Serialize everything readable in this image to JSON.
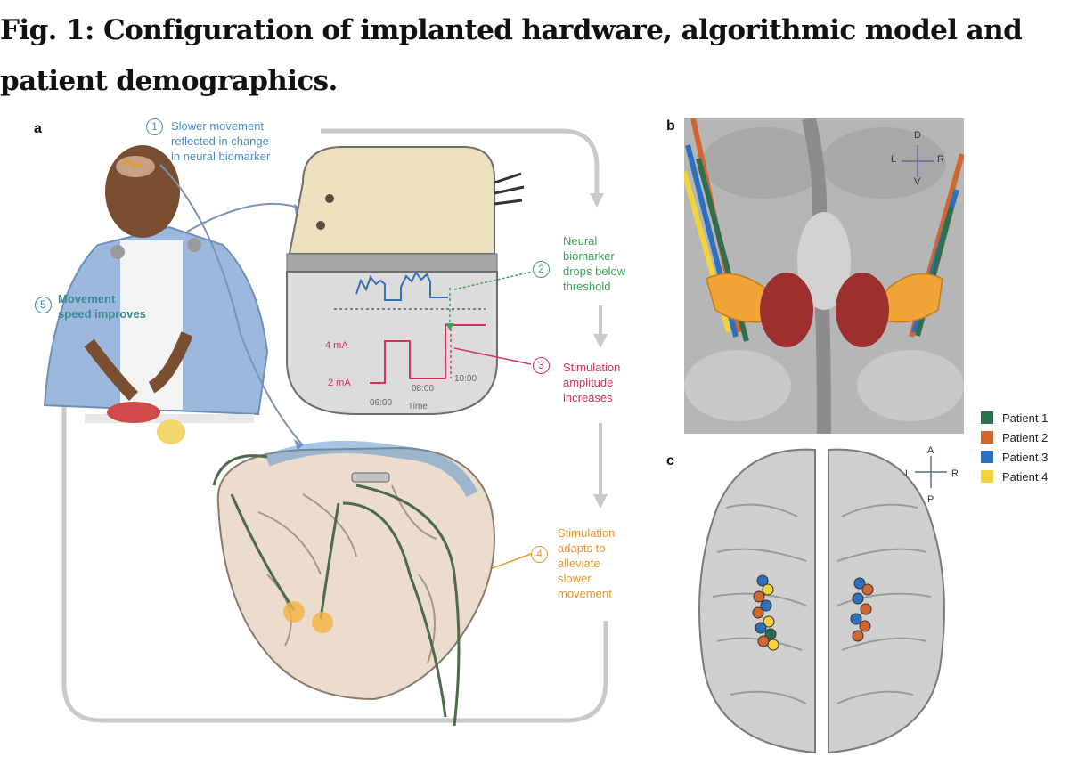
{
  "figure": {
    "title": "Fig. 1: Configuration of implanted hardware, algorithmic model and patient demographics.",
    "panels": {
      "a": "a",
      "b": "b",
      "c": "c"
    }
  },
  "panel_a": {
    "steps": [
      {
        "number": "1",
        "text": "Slower movement\nreflected in change\nin neural biomarker",
        "color": "#4a8ec9"
      },
      {
        "number": "2",
        "text": "Neural\nbiomarker\ndrops below\nthreshold",
        "color": "#3aa55a"
      },
      {
        "number": "3",
        "text": "Stimulation\namplitude\nincreases",
        "color": "#d6315b"
      },
      {
        "number": "4",
        "text": "Stimulation\nadapts to\nalleviate\nslower\nmovement",
        "color": "#e8962c"
      },
      {
        "number": "5",
        "text": "Movement\nspeed improves",
        "color": "#3e8a93"
      }
    ],
    "device_plot": {
      "y_labels": [
        "4 mA",
        "2 mA"
      ],
      "x_ticks": [
        "06:00",
        "08:00",
        "10:00"
      ],
      "x_label": "Time"
    }
  },
  "panel_b": {
    "orientation": {
      "top": "D",
      "bottom": "V",
      "left": "L",
      "right": "R"
    }
  },
  "panel_c": {
    "orientation": {
      "top": "A",
      "bottom": "P",
      "left": "L",
      "right": "R"
    }
  },
  "legend": [
    {
      "label": "Patient 1",
      "color": "#2f6e4f"
    },
    {
      "label": "Patient 2",
      "color": "#d2662f"
    },
    {
      "label": "Patient 3",
      "color": "#2f6fbf"
    },
    {
      "label": "Patient 4",
      "color": "#f2d33a"
    }
  ]
}
